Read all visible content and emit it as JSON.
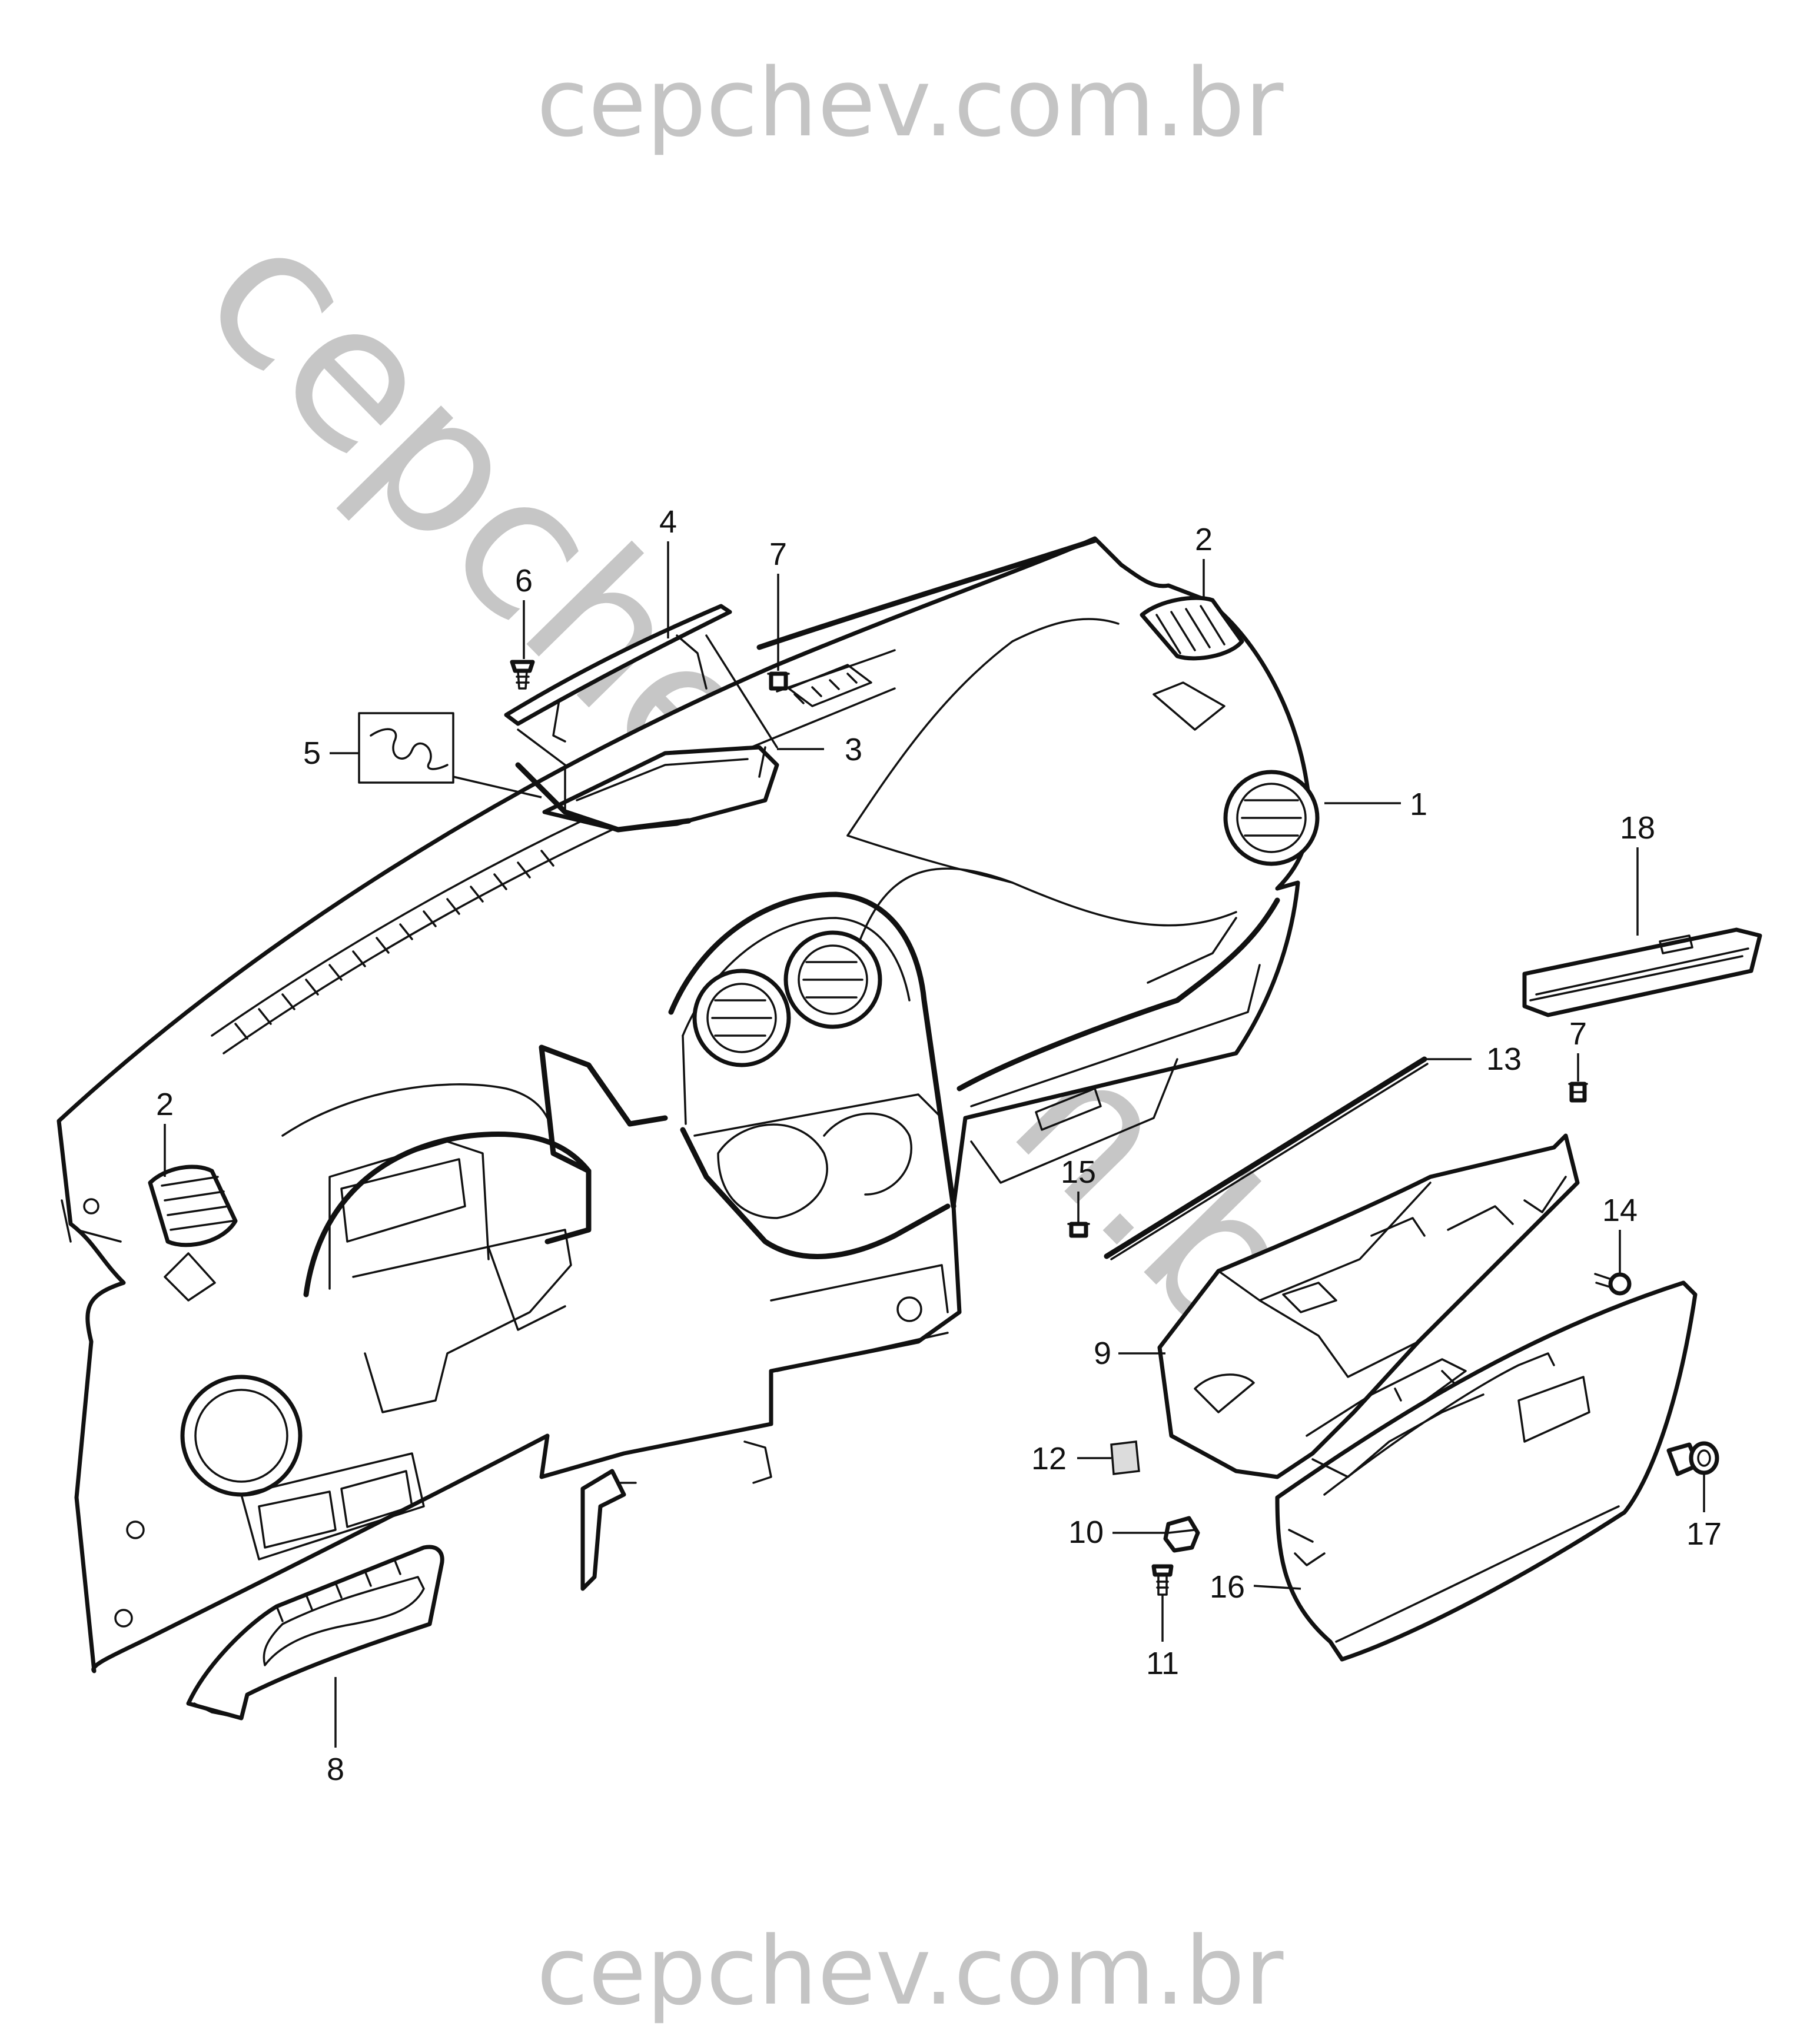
{
  "watermark": {
    "top": "cepchev.com.br",
    "bottom": "cepchev.com.br",
    "diagonal": "cepchev.com.br",
    "color": "#c4c4c4"
  },
  "callouts": {
    "p1": "1",
    "p2a": "2",
    "p2b": "2",
    "p3": "3",
    "p4": "4",
    "p5": "5",
    "p6": "6",
    "p7a": "7",
    "p7b": "7",
    "p8": "8",
    "p9": "9",
    "p10": "10",
    "p11": "11",
    "p12": "12",
    "p13": "13",
    "p14": "14",
    "p15": "15",
    "p16": "16",
    "p17": "17",
    "p18": "18"
  },
  "colors": {
    "line": "#111111",
    "background": "#ffffff"
  }
}
